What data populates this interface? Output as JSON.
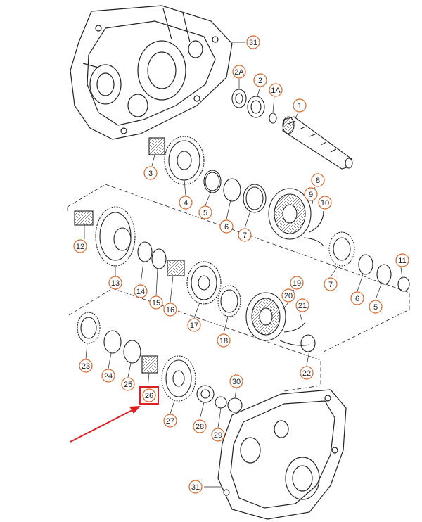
{
  "callouts": [
    {
      "id": "c31a",
      "text": "31"
    },
    {
      "id": "c2A",
      "text": "2A"
    },
    {
      "id": "c2",
      "text": "2"
    },
    {
      "id": "c1A",
      "text": "1A"
    },
    {
      "id": "c1",
      "text": "1"
    },
    {
      "id": "c3",
      "text": "3"
    },
    {
      "id": "c4",
      "text": "4"
    },
    {
      "id": "c5a",
      "text": "5"
    },
    {
      "id": "c6a",
      "text": "6"
    },
    {
      "id": "c7a",
      "text": "7"
    },
    {
      "id": "c8",
      "text": "8"
    },
    {
      "id": "c9",
      "text": "9"
    },
    {
      "id": "c10",
      "text": "10"
    },
    {
      "id": "c11",
      "text": "11"
    },
    {
      "id": "c12",
      "text": "12"
    },
    {
      "id": "c13",
      "text": "13"
    },
    {
      "id": "c14",
      "text": "14"
    },
    {
      "id": "c15",
      "text": "15"
    },
    {
      "id": "c16",
      "text": "16"
    },
    {
      "id": "c17",
      "text": "17"
    },
    {
      "id": "c18",
      "text": "18"
    },
    {
      "id": "c19",
      "text": "19"
    },
    {
      "id": "c20",
      "text": "20"
    },
    {
      "id": "c21",
      "text": "21"
    },
    {
      "id": "c22",
      "text": "22"
    },
    {
      "id": "c23",
      "text": "23"
    },
    {
      "id": "c24",
      "text": "24"
    },
    {
      "id": "c25",
      "text": "25"
    },
    {
      "id": "c26",
      "text": "26"
    },
    {
      "id": "c27",
      "text": "27"
    },
    {
      "id": "c28",
      "text": "28"
    },
    {
      "id": "c29",
      "text": "29"
    },
    {
      "id": "c30",
      "text": "30"
    },
    {
      "id": "c31b",
      "text": "31"
    },
    {
      "id": "c7b",
      "text": "7"
    },
    {
      "id": "c6b",
      "text": "6"
    },
    {
      "id": "c5b",
      "text": "5"
    }
  ],
  "highlight": {
    "target": "26",
    "color": "#e02020"
  },
  "colors": {
    "line": "#222222",
    "callout": "#d9662a",
    "arrow": "#e02020"
  }
}
